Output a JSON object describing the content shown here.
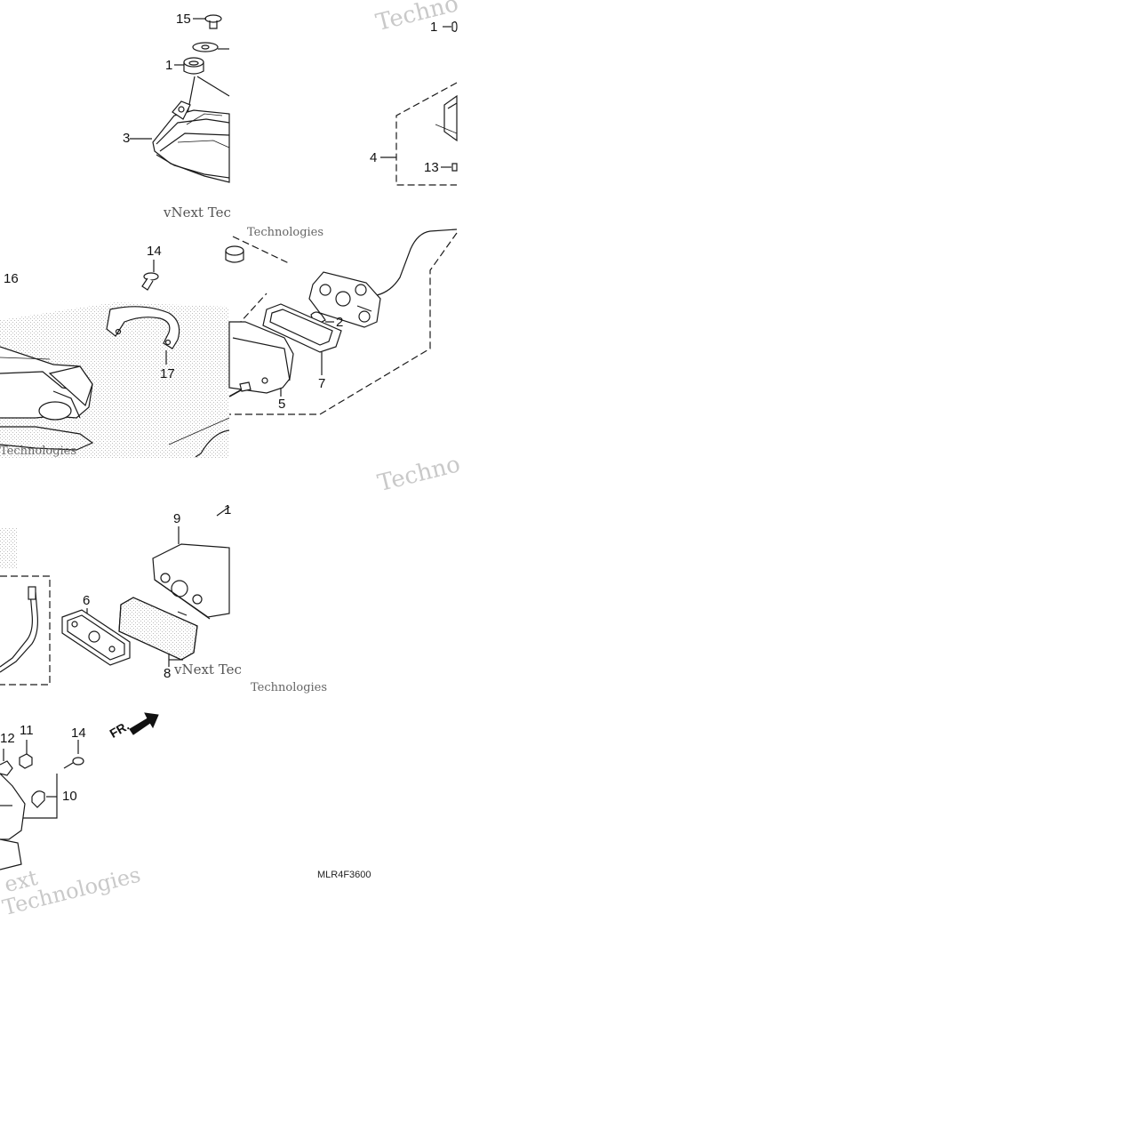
{
  "diagram": {
    "callouts": {
      "c15": "15",
      "c1a": "1",
      "c3": "3",
      "c1b": "1",
      "c4": "4",
      "c13": "13",
      "c14a": "14",
      "c16": "16",
      "c17": "17",
      "c2": "2",
      "c7": "7",
      "c5": "5",
      "c9": "9",
      "c6": "6",
      "c8": "8",
      "c12": "12",
      "c11": "11",
      "c14b": "14",
      "c10": "10",
      "c1c": "1"
    },
    "front_marker": "FR.",
    "diagram_code": "MLR4F3600"
  },
  "watermarks": {
    "w1": "Techno",
    "w2": "vNext Tec",
    "w3": "Technologies",
    "w4": "Technologies",
    "w5": "Techno",
    "w6": "vNext Tec",
    "w7": "Technologies",
    "w8": "Technologies",
    "w9": "ext"
  },
  "colors": {
    "line": "#1a1a1a",
    "watermark": "#c9c9c9",
    "stipple": "#bdbdbd",
    "background": "#ffffff"
  }
}
